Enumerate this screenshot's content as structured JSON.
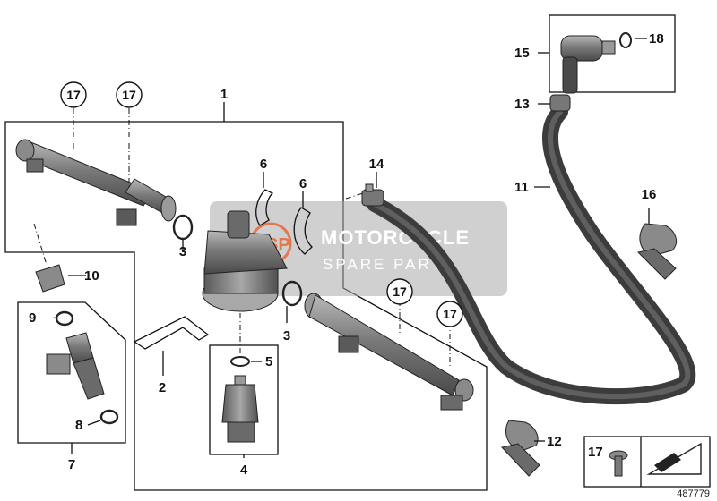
{
  "labels": {
    "l1": "1",
    "l2": "2",
    "l3a": "3",
    "l3b": "3",
    "l4": "4",
    "l5": "5",
    "l6a": "6",
    "l6b": "6",
    "l7": "7",
    "l8": "8",
    "l9": "9",
    "l10": "10",
    "l11": "11",
    "l12": "12",
    "l13": "13",
    "l14": "14",
    "l15": "15",
    "l16": "16",
    "l17a": "17",
    "l17b": "17",
    "l17c": "17",
    "l17d": "17",
    "l17legend": "17",
    "l18": "18"
  },
  "watermark": {
    "title": "MOTORCYCLE",
    "subtitle": "SPARE PARTS",
    "logo_text": "MSP"
  },
  "reference_number": "487779",
  "colors": {
    "part_dark": "#5c5c5c",
    "part_mid": "#8a8a8a",
    "part_light": "#c4c4c4",
    "watermark_bg": "#a9a9a9",
    "watermark_accent": "#e8622a"
  }
}
